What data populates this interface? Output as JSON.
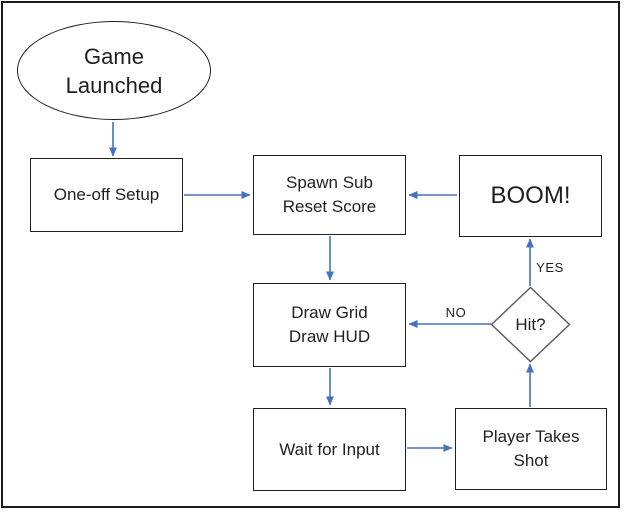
{
  "diagram": {
    "type": "flowchart",
    "nodes": {
      "start": {
        "shape": "ellipse",
        "lines": [
          "Game",
          "Launched"
        ]
      },
      "setup": {
        "shape": "process",
        "lines": [
          "One-off Setup"
        ]
      },
      "spawn": {
        "shape": "process",
        "lines": [
          "Spawn Sub",
          "Reset Score"
        ]
      },
      "boom": {
        "shape": "process",
        "lines": [
          "BOOM!"
        ]
      },
      "draw": {
        "shape": "process",
        "lines": [
          "Draw Grid",
          "Draw HUD"
        ]
      },
      "hit": {
        "shape": "decision",
        "lines": [
          "Hit?"
        ]
      },
      "wait": {
        "shape": "process",
        "lines": [
          "Wait for Input"
        ]
      },
      "shot": {
        "shape": "process",
        "lines": [
          "Player Takes",
          "Shot"
        ]
      }
    },
    "edges": [
      {
        "from": "start",
        "to": "setup",
        "label": ""
      },
      {
        "from": "setup",
        "to": "spawn",
        "label": ""
      },
      {
        "from": "boom",
        "to": "spawn",
        "label": ""
      },
      {
        "from": "spawn",
        "to": "draw",
        "label": ""
      },
      {
        "from": "hit",
        "to": "draw",
        "label": "NO"
      },
      {
        "from": "hit",
        "to": "boom",
        "label": "YES"
      },
      {
        "from": "draw",
        "to": "wait",
        "label": ""
      },
      {
        "from": "wait",
        "to": "shot",
        "label": ""
      },
      {
        "from": "shot",
        "to": "hit",
        "label": ""
      }
    ],
    "edge_labels": {
      "no": "NO",
      "yes": "YES"
    },
    "colors": {
      "connector": "#4472C4",
      "shape_border": "#1f1f1f",
      "diamond_border": "#595959",
      "text": "#1f1f1f",
      "background": "#ffffff"
    }
  }
}
